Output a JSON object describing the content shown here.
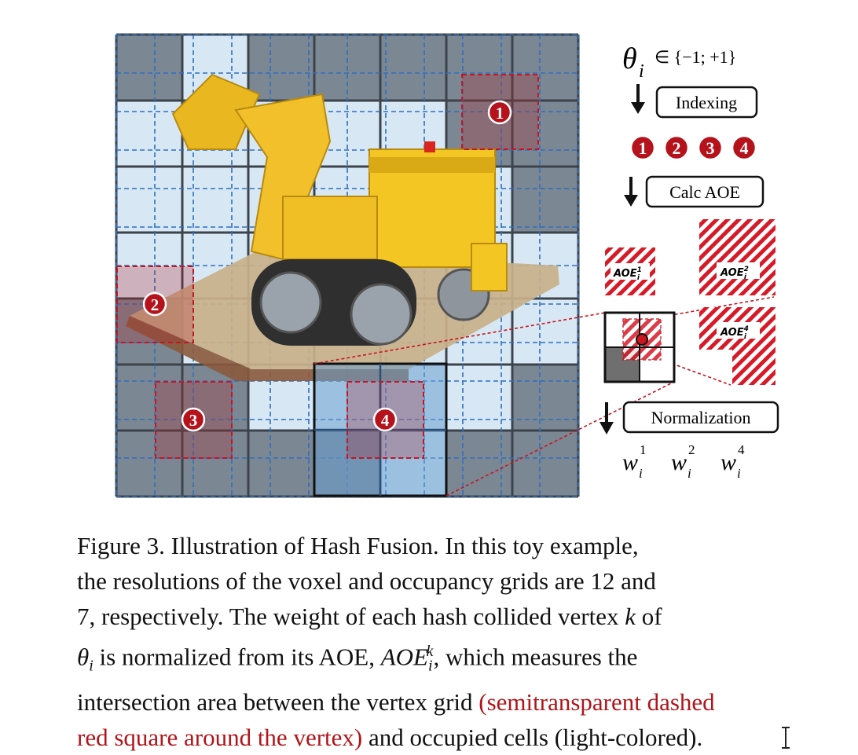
{
  "figure": {
    "theta_label": "θ",
    "theta_sub": "i",
    "theta_set": "∈ {−1; +1}",
    "step_indexing": "Indexing",
    "step_calc_aoe": "Calc AOE",
    "step_normalization": "Normalization",
    "markers": [
      "1",
      "2",
      "3",
      "4"
    ],
    "aoe_tiles": [
      {
        "base": "AOE",
        "sub": "i",
        "sup": "1"
      },
      {
        "base": "AOE",
        "sub": "i",
        "sup": "2"
      },
      {
        "base": "AOE",
        "sub": "i",
        "sup": "4"
      }
    ],
    "weights": [
      {
        "base": "w",
        "sub": "i",
        "sup": "1"
      },
      {
        "base": "w",
        "sub": "i",
        "sup": "2"
      },
      {
        "base": "w",
        "sub": "i",
        "sup": "4"
      }
    ],
    "colors": {
      "occupied": "#d7e8f4",
      "empty": "#7b8792",
      "grid_dash": "#2f6fc0",
      "vertex_red": "#b5121b",
      "toy_yellow": "#f3c623"
    }
  },
  "caption": {
    "line1": "Figure 3.  Illustration of Hash Fusion.  In this toy example,",
    "line2": "the resolutions of the voxel and occupancy grids are 12 and",
    "line3_a": "7, respectively.  The weight of each hash collided vertex ",
    "line3_k": "k",
    "line3_b": " of",
    "line4_theta": "θ",
    "line4_i": "i",
    "line4_a": " is normalized from its AOE, ",
    "line4_aoe": "AOE",
    "line4_sub": "i",
    "line4_sup": "k",
    "line4_b": ", which measures the",
    "line5_a": "intersection area between the vertex grid ",
    "line5_red": "(semitransparent dashed",
    "line6_red": "red square around the vertex)",
    "line6_b": " and occupied cells (light-colored)."
  }
}
